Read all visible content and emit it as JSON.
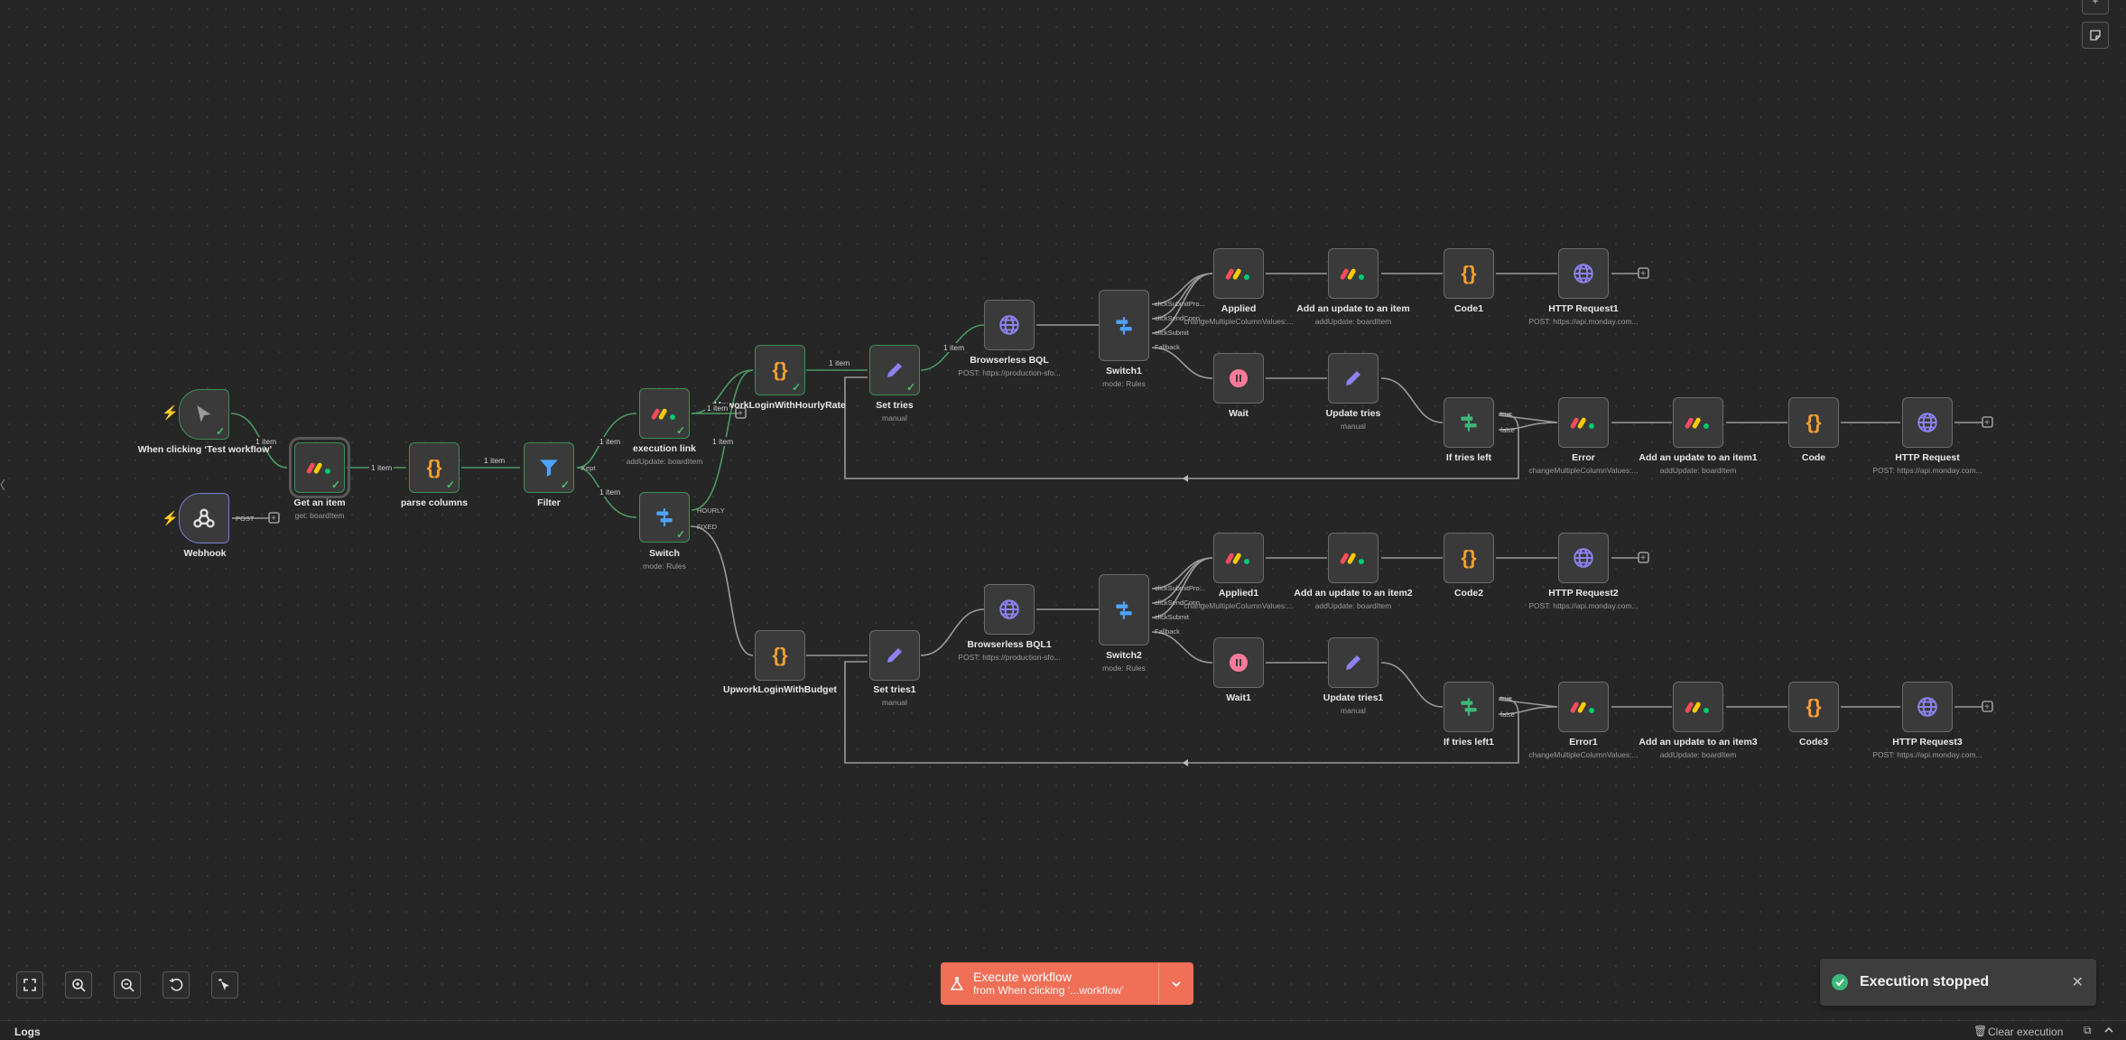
{
  "nodes": {
    "trigger_manual": {
      "name": "When clicking ‘Test workflow’"
    },
    "webhook": {
      "name": "Webhook"
    },
    "get_item": {
      "name": "Get an item",
      "sub": "get: boardItem"
    },
    "parse_columns": {
      "name": "parse columns"
    },
    "filter": {
      "name": "Filter"
    },
    "execution_link": {
      "name": "execution link",
      "sub": "addUpdate: boardItem"
    },
    "switch": {
      "name": "Switch",
      "sub": "mode: Rules"
    },
    "upwork_hourly": {
      "name": "UpworkLoginWithHourlyRate"
    },
    "upwork_budget": {
      "name": "UpworkLoginWithBudget"
    },
    "set_tries": {
      "name": "Set tries",
      "sub": "manual"
    },
    "set_tries1": {
      "name": "Set tries1",
      "sub": "manual"
    },
    "bql": {
      "name": "Browserless BQL",
      "sub": "POST: https://production-sfo..."
    },
    "bql1": {
      "name": "Browserless BQL1",
      "sub": "POST: https://production-sfo..."
    },
    "switch1": {
      "name": "Switch1",
      "sub": "mode: Rules"
    },
    "switch2": {
      "name": "Switch2",
      "sub": "mode: Rules"
    },
    "applied": {
      "name": "Applied",
      "sub": "changeMultipleColumnValues:..."
    },
    "applied1": {
      "name": "Applied1",
      "sub": "changeMultipleColumnValues:..."
    },
    "add_update": {
      "name": "Add an update to an item",
      "sub": "addUpdate: boardItem"
    },
    "add_update2": {
      "name": "Add an update to an item2",
      "sub": "addUpdate: boardItem"
    },
    "code1": {
      "name": "Code1"
    },
    "code2": {
      "name": "Code2"
    },
    "http1": {
      "name": "HTTP Request1",
      "sub": "POST: https://api.monday.com..."
    },
    "http2": {
      "name": "HTTP Request2",
      "sub": "POST: https://api.monday.com..."
    },
    "wait": {
      "name": "Wait"
    },
    "wait1": {
      "name": "Wait1"
    },
    "update_tries": {
      "name": "Update tries",
      "sub": "manual"
    },
    "update_tries1": {
      "name": "Update tries1",
      "sub": "manual"
    },
    "if_tries": {
      "name": "If tries left"
    },
    "if_tries1": {
      "name": "If tries left1"
    },
    "error": {
      "name": "Error",
      "sub": "changeMultipleColumnValues:..."
    },
    "error1": {
      "name": "Error1",
      "sub": "changeMultipleColumnValues:..."
    },
    "add_update1": {
      "name": "Add an update to an item1",
      "sub": "addUpdate: boardItem"
    },
    "add_update3": {
      "name": "Add an update to an item3",
      "sub": "addUpdate: boardItem"
    },
    "code": {
      "name": "Code"
    },
    "code3": {
      "name": "Code3"
    },
    "http": {
      "name": "HTTP Request",
      "sub": "POST: https://api.monday.com..."
    },
    "http3": {
      "name": "HTTP Request3",
      "sub": "POST: https://api.monday.com..."
    }
  },
  "edge_labels": {
    "one_item": "1 item"
  },
  "outputs": {
    "post": "POST",
    "kept": "Kept",
    "hourly": "HOURLY",
    "fixed": "FIXED",
    "click_submit_proposal": "clickSubmitPro...",
    "click_send_conn": "clickSendConn...",
    "click_submit": "clickSubmit",
    "fallback": "Fallback",
    "true": "true",
    "false": "false"
  },
  "execute": {
    "label": "Execute workflow",
    "sub": "from When clicking ‘...workflow’"
  },
  "toast": {
    "message": "Execution stopped"
  },
  "footer": {
    "logs": "Logs",
    "clear": "Clear execution"
  },
  "colors": {
    "accent": "#ef6f57",
    "success": "#4cbf6d",
    "canvas": "#262626"
  }
}
